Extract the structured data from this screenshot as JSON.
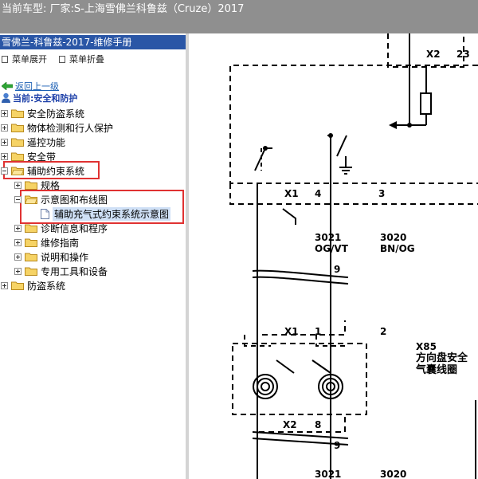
{
  "window": {
    "title": "当前车型:  厂家:S-上海雪佛兰科鲁兹（Cruze）2017"
  },
  "manual": {
    "title": "雪佛兰-科鲁兹-2017-维修手册",
    "expand_label": "菜单展开",
    "collapse_label": "菜单折叠",
    "back_label": "返回上一级",
    "current_label": "当前:安全和防护"
  },
  "tree": {
    "items": [
      {
        "label": "安全防盗系统"
      },
      {
        "label": "物体检测和行人保护"
      },
      {
        "label": "遥控功能"
      },
      {
        "label": "安全带"
      },
      {
        "label": "辅助约束系统"
      },
      {
        "label": "规格"
      },
      {
        "label": "示意图和布线图"
      },
      {
        "label": "辅助充气式约束系统示意图"
      },
      {
        "label": "诊断信息和程序"
      },
      {
        "label": "维修指南"
      },
      {
        "label": "说明和操作"
      },
      {
        "label": "专用工具和设备"
      },
      {
        "label": "防盗系统"
      }
    ]
  },
  "diagram": {
    "labels": {
      "x2_top": "X2",
      "pin_23": "23",
      "x1_a": "X1",
      "pin_4": "4",
      "pin_3": "3",
      "wire_3021": "3021",
      "color_3021": "OG/VT",
      "wire_3020": "3020",
      "color_3020": "BN/OG",
      "pin_9a": "9",
      "x1_b": "X1",
      "pin_1": "1",
      "pin_2": "2",
      "x85": "X85",
      "x85_desc1": "方向盘安全",
      "x85_desc2": "气囊线圈",
      "x2_b": "X2",
      "pin_8": "8",
      "pin_9b": "9",
      "wire_3021_b": "3021",
      "wire_3020_b": "3020"
    }
  },
  "colors": {
    "title_bar": "#8f8f8f",
    "manual_header": "#2a56a6",
    "highlight": "#e03232",
    "link": "#1a5fb4",
    "selection": "#cfe0f6"
  }
}
